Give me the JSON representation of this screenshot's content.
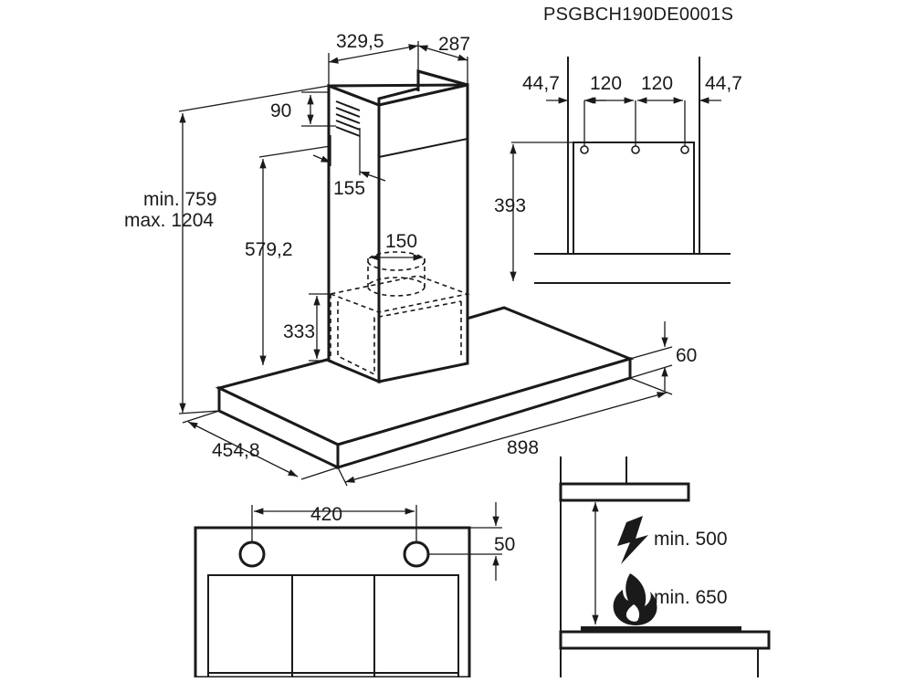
{
  "product_code": "PSGBCH190DE0001S",
  "hood_dimensions": {
    "chimney_width": "329,5",
    "chimney_depth": "287",
    "vent_height": "90",
    "vent_offset": "155",
    "height_min": "min. 759",
    "height_max": "max. 1204",
    "chimney_lower_height": "579,2",
    "outlet_diameter": "150",
    "motor_box_height": "333",
    "canopy_thickness": "60",
    "canopy_depth": "454,8",
    "canopy_width": "898"
  },
  "bracket_dimensions": {
    "edge_left": "44,7",
    "spacing_left": "120",
    "spacing_right": "120",
    "edge_right": "44,7",
    "bracket_height": "393"
  },
  "underside_dimensions": {
    "hole_spacing": "420",
    "hole_offset": "50"
  },
  "installation_clearance": {
    "electric_hob": "min. 500",
    "gas_hob": "min. 650",
    "electric_icon": "lightning-bolt",
    "gas_icon": "flame"
  }
}
